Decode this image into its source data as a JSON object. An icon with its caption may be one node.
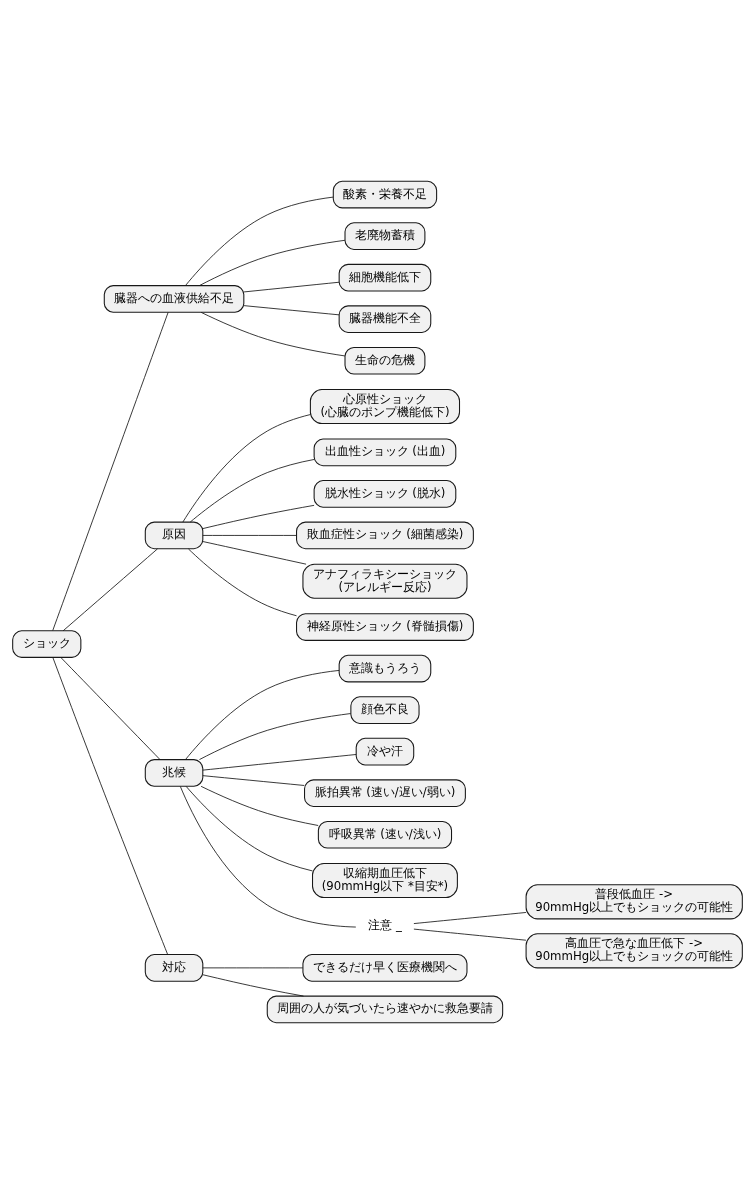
{
  "diagram": {
    "nodes": [
      {
        "text": [
          "ショック"
        ]
      },
      {
        "text": [
          "臓器への血液供給不足"
        ]
      },
      {
        "text": [
          "酸素・栄養不足"
        ]
      },
      {
        "text": [
          "老廃物蓄積"
        ]
      },
      {
        "text": [
          "細胞機能低下"
        ]
      },
      {
        "text": [
          "臓器機能不全"
        ]
      },
      {
        "text": [
          "生命の危機"
        ]
      },
      {
        "text": [
          "原因"
        ]
      },
      {
        "text": [
          "心原性ショック (心臓のポンプ機能低下)"
        ]
      },
      {
        "text": [
          "出血性ショック (出血)"
        ]
      },
      {
        "text": [
          "脱水性ショック (脱水)"
        ]
      },
      {
        "text": [
          "敗血症性ショック (細菌感染)"
        ]
      },
      {
        "text": [
          "アナフィラキシーショック (アレルギー反応)"
        ]
      },
      {
        "text": [
          "神経原性ショック (脊髄損傷)"
        ]
      },
      {
        "text": [
          "兆候"
        ]
      },
      {
        "text": [
          "意識もうろう"
        ]
      },
      {
        "text": [
          "顔色不良"
        ]
      },
      {
        "text": [
          "冷や汗"
        ]
      },
      {
        "text": [
          "脈拍異常 (速い/遅い/弱い)"
        ]
      },
      {
        "text": [
          "呼吸異常 (速い/浅い)"
        ]
      },
      {
        "text": [
          "収縮期血圧低下 (90mmHg以下 *目安*)"
        ]
      },
      {
        "text": [
          "注意 _"
        ]
      },
      {
        "text": [
          "普段低血圧 -> 90mmHg以上でもショックの可能性"
        ]
      },
      {
        "text": [
          "高血圧で急な血圧低下 -> 90mmHg以上でもショックの可能性"
        ]
      },
      {
        "text": [
          "対応"
        ]
      },
      {
        "text": [
          "できるだけ早く医療機関へ"
        ]
      },
      {
        "text": [
          "周囲の人が気づいたら速やかに救急要請"
        ]
      }
    ],
    "edges": [
      {
        "from": 0,
        "to": 1,
        "arrow": "none"
      },
      {
        "from": 1,
        "to": 2,
        "arrow": "none"
      },
      {
        "from": 1,
        "to": 3,
        "arrow": "none"
      },
      {
        "from": 1,
        "to": 4,
        "arrow": "none"
      },
      {
        "from": 1,
        "to": 5,
        "arrow": "none"
      },
      {
        "from": 1,
        "to": 6,
        "arrow": "none"
      },
      {
        "from": 0,
        "to": 7,
        "arrow": "none"
      },
      {
        "from": 7,
        "to": 8,
        "arrow": "none"
      },
      {
        "from": 7,
        "to": 9,
        "arrow": "none"
      },
      {
        "from": 7,
        "to": 10,
        "arrow": "none"
      },
      {
        "from": 7,
        "to": 11,
        "arrow": "none"
      },
      {
        "from": 7,
        "to": 12,
        "arrow": "none"
      },
      {
        "from": 7,
        "to": 13,
        "arrow": "none"
      },
      {
        "from": 0,
        "to": 14,
        "arrow": "none"
      },
      {
        "from": 14,
        "to": 15,
        "arrow": "none"
      },
      {
        "from": 14,
        "to": 16,
        "arrow": "none"
      },
      {
        "from": 14,
        "to": 17,
        "arrow": "none"
      },
      {
        "from": 14,
        "to": 18,
        "arrow": "none"
      },
      {
        "from": 14,
        "to": 19,
        "arrow": "none"
      },
      {
        "from": 14,
        "to": 20,
        "arrow": "none"
      },
      {
        "from": 14,
        "to": 21,
        "arrow": "none"
      },
      {
        "from": 21,
        "to": 22,
        "arrow": "none"
      },
      {
        "from": 21,
        "to": 23,
        "arrow": "none"
      },
      {
        "from": 0,
        "to": 24,
        "arrow": "none"
      },
      {
        "from": 24,
        "to": 25,
        "arrow": "none"
      },
      {
        "from": 24,
        "to": 26,
        "arrow": "none"
      }
    ]
  }
}
